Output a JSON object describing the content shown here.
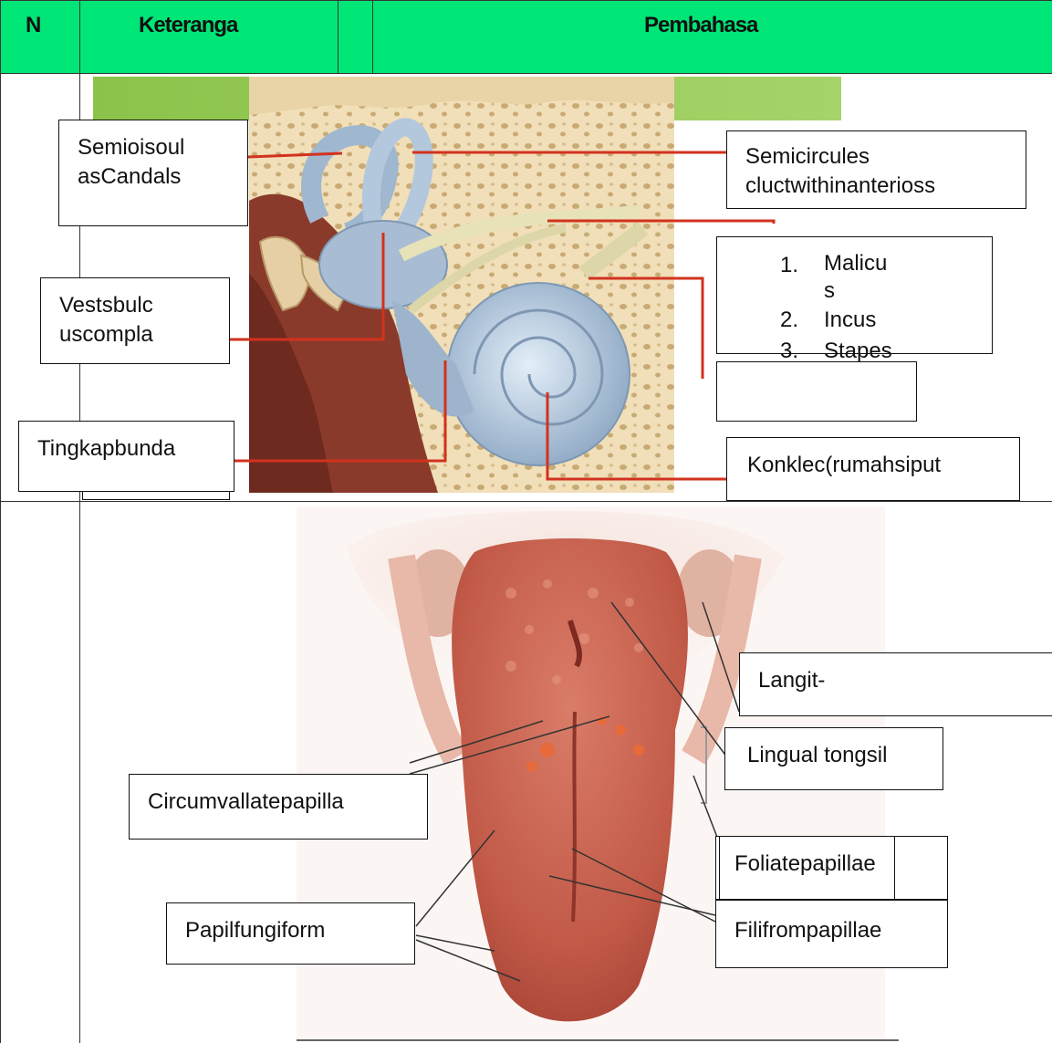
{
  "table": {
    "headers": [
      "N",
      "Keteranga",
      "Pembahasa"
    ],
    "colors": {
      "header_bg": "#00e676",
      "grid": "#333333"
    }
  },
  "ear": {
    "labels": {
      "semicircular_left": "Semioisoul\nasCandals",
      "semicircular_right": "Semicircules\ncluctwithinanterioss",
      "vestibule": "Vestsbulc\nuscompla",
      "tingkap": "Tingkapbunda",
      "koklea": "Konklec(rumahsiput"
    },
    "ossicles": [
      {
        "num": "1.",
        "text": "Malicu\ns"
      },
      {
        "num": "2.",
        "text": "Incus"
      },
      {
        "num": "3.",
        "text": "Stapes"
      }
    ]
  },
  "tongue": {
    "labels": {
      "langit": "Langit-",
      "lingual": "Lingual tongsil",
      "circumvallate": "Circumvallatepapilla",
      "foliate": "Foliatepapillae",
      "fungiform": "Papilfungiform",
      "filiform": "Filifrompapillae"
    }
  }
}
